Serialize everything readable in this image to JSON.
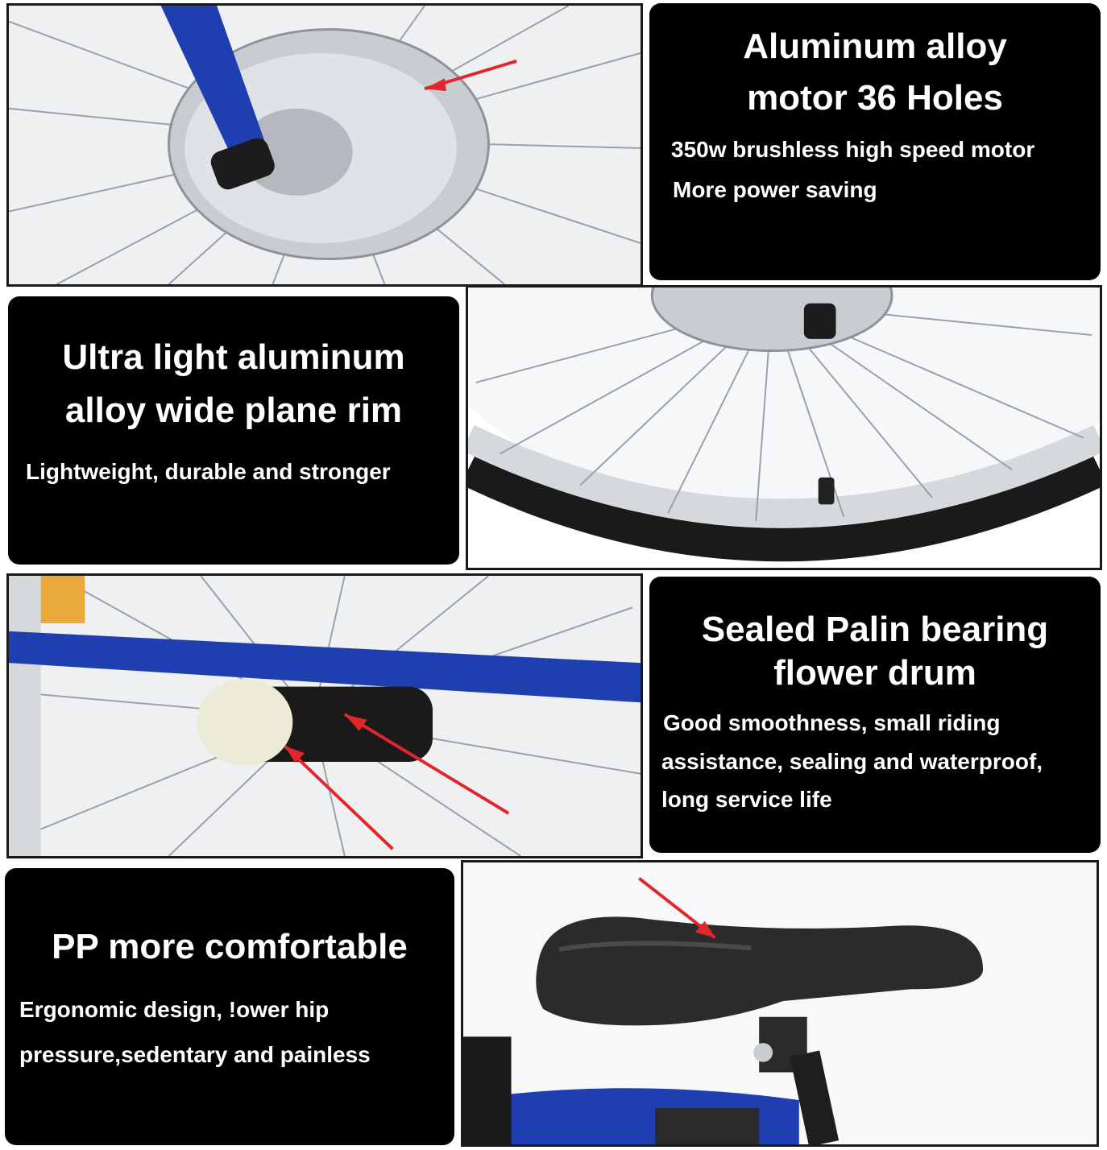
{
  "sections": [
    {
      "title_lines": [
        "Aluminum alloy",
        "motor 36 Holes"
      ],
      "desc_lines": [
        "350w brushless high speed motor",
        "More power saving"
      ],
      "photo_icon": "hub-motor-photo"
    },
    {
      "title_lines": [
        "Ultra light aluminum",
        "alloy wide plane rim"
      ],
      "desc_lines": [
        "Lightweight, durable and stronger"
      ],
      "photo_icon": "wheel-rim-photo"
    },
    {
      "title_lines": [
        "Sealed Palin bearing",
        "flower drum"
      ],
      "desc_lines": [
        "Good smoothness, small riding",
        "assistance, sealing and waterproof,",
        "long service life"
      ],
      "photo_icon": "rear-hub-photo"
    },
    {
      "title_lines": [
        "PP more comfortable"
      ],
      "desc_lines": [
        "Ergonomic design, !ower hip",
        "pressure,sedentary and painless"
      ],
      "photo_icon": "saddle-photo"
    }
  ],
  "colors": {
    "card_bg": "#000000",
    "frame_blue": "#1f3fb0",
    "arrow_red": "#e3262b",
    "metal": "#c9ccd1"
  }
}
